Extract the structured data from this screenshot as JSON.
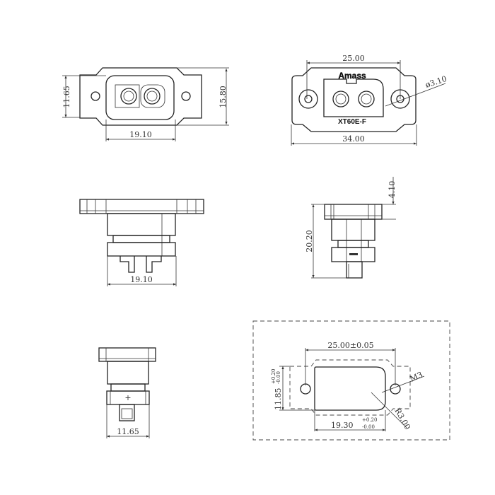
{
  "top_view_left": {
    "dim_height_inner": "11.65",
    "dim_height_outer": "15.80",
    "dim_width": "19.10"
  },
  "top_view_right": {
    "brand": "Amass",
    "model": "XT60E-F",
    "dim_hole_spacing": "25.00",
    "dim_total_width": "34.00",
    "dim_hole_diameter": "ø3.10"
  },
  "front_view": {
    "dim_width": "19.10"
  },
  "side_view": {
    "dim_height": "20.20",
    "dim_flange": "4.10"
  },
  "end_view": {
    "dim_width": "11.65",
    "polarity_mark": "+"
  },
  "panel_cutout": {
    "dim_hole_spacing": "25.00±0.05",
    "dim_height": "11.85",
    "dim_height_tol_upper": "+0.20",
    "dim_height_tol_lower": "-0.00",
    "dim_width": "19.30",
    "dim_width_tol_upper": "+0.20",
    "dim_width_tol_lower": "-0.00",
    "screw": "M3",
    "radius": "R3.00"
  }
}
